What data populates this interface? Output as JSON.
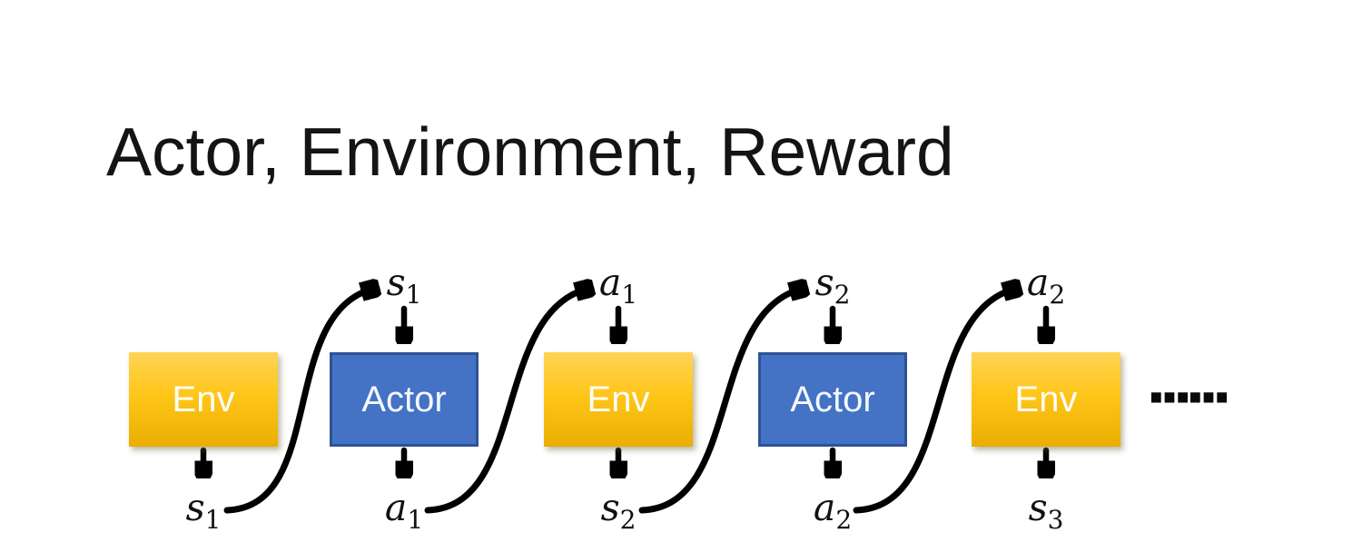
{
  "title": "Actor, Environment, Reward",
  "ellipsis": "……",
  "colors": {
    "env_gradient_top": "#FFD355",
    "env_gradient_bottom": "#E9AE00",
    "actor_fill": "#4472C4",
    "actor_border": "#2E5395",
    "arrow": "#000000",
    "box_text": "#FFFFFF",
    "title_text": "#141414",
    "background": "#FFFFFF"
  },
  "sequence": {
    "boxes": [
      {
        "label": "Env",
        "type": "env",
        "bottom_label": {
          "base": "s",
          "sub": "1"
        }
      },
      {
        "label": "Actor",
        "type": "actor",
        "top_label": {
          "base": "s",
          "sub": "1"
        },
        "bottom_label": {
          "base": "a",
          "sub": "1"
        }
      },
      {
        "label": "Env",
        "type": "env",
        "top_label": {
          "base": "a",
          "sub": "1"
        },
        "bottom_label": {
          "base": "s",
          "sub": "2"
        }
      },
      {
        "label": "Actor",
        "type": "actor",
        "top_label": {
          "base": "s",
          "sub": "2"
        },
        "bottom_label": {
          "base": "a",
          "sub": "2"
        }
      },
      {
        "label": "Env",
        "type": "env",
        "top_label": {
          "base": "a",
          "sub": "2"
        },
        "bottom_label": {
          "base": "s",
          "sub": "3"
        }
      }
    ]
  }
}
